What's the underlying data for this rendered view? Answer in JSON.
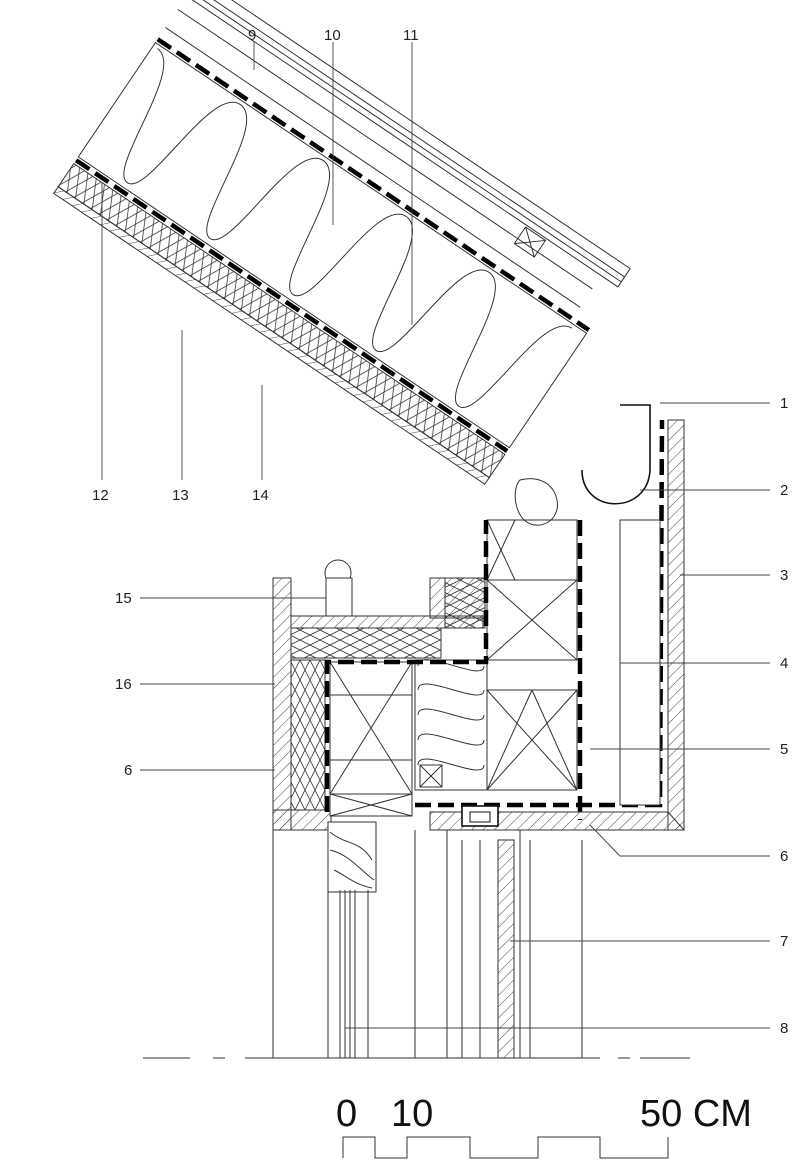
{
  "callouts": {
    "c1": "1",
    "c2": "2",
    "c3": "3",
    "c4": "4",
    "c5": "5",
    "c6a": "6",
    "c6b": "6",
    "c7": "7",
    "c8": "8",
    "c9": "9",
    "c10": "10",
    "c11": "11",
    "c12": "12",
    "c13": "13",
    "c14": "14",
    "c15": "15",
    "c16": "16"
  },
  "scale_bar": {
    "zero": "0",
    "ten": "10",
    "fifty": "50 CM"
  }
}
